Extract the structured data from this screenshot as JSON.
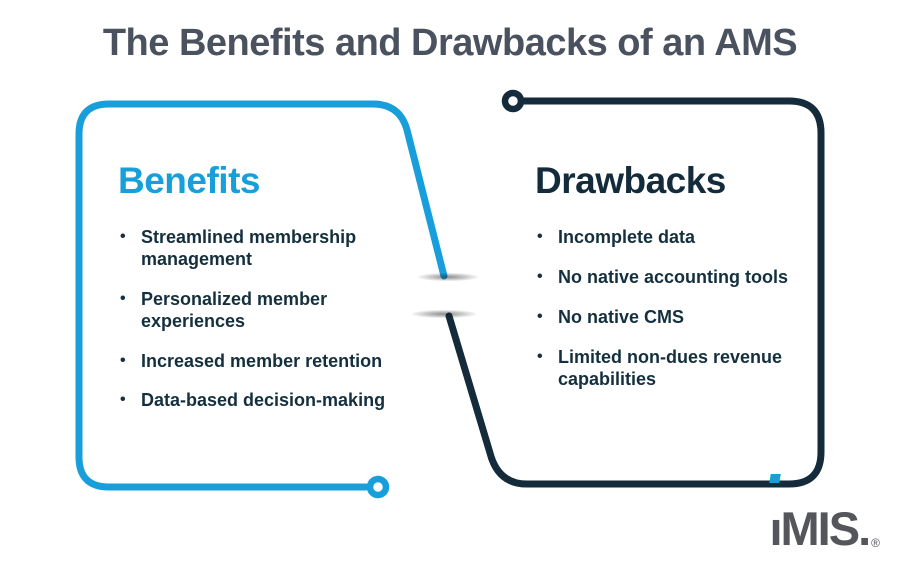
{
  "title": "The Benefits and Drawbacks of an AMS",
  "benefits": {
    "heading": "Benefits",
    "items": [
      "Streamlined membership management",
      "Personalized member experiences",
      "Increased member retention",
      "Data-based decision-making"
    ]
  },
  "drawbacks": {
    "heading": "Drawbacks",
    "items": [
      "Incomplete data",
      "No native accounting tools",
      "No native CMS",
      "Limited non-dues revenue capabilities"
    ]
  },
  "logo": {
    "i_glyph": "ı",
    "rest": "MIS.",
    "registered": "®"
  },
  "colors": {
    "benefits_accent": "#189FDB",
    "drawbacks_accent": "#132B3A",
    "title_color": "#4B525F",
    "body_text": "#14303E",
    "logo_gray": "#54565B"
  }
}
